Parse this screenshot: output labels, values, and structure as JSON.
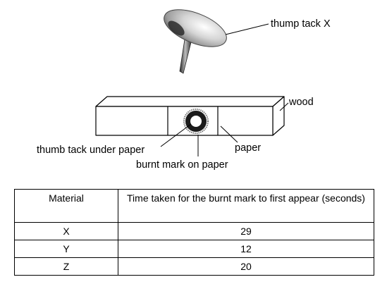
{
  "labels": {
    "thump_tack": "thump tack X",
    "wood": "wood",
    "tack_under_paper": "thumb tack under paper",
    "paper": "paper",
    "burnt_mark": "burnt mark on paper"
  },
  "table": {
    "headers": [
      "Material",
      "Time taken for the burnt mark to first appear (seconds)"
    ],
    "rows": [
      {
        "material": "X",
        "time": "29"
      },
      {
        "material": "Y",
        "time": "12"
      },
      {
        "material": "Z",
        "time": "20"
      }
    ]
  },
  "colors": {
    "line": "#000000",
    "tack_light": "#f2f2f2",
    "tack_dark": "#6e6e6e",
    "burnt_mark": "#1a1a1a"
  }
}
